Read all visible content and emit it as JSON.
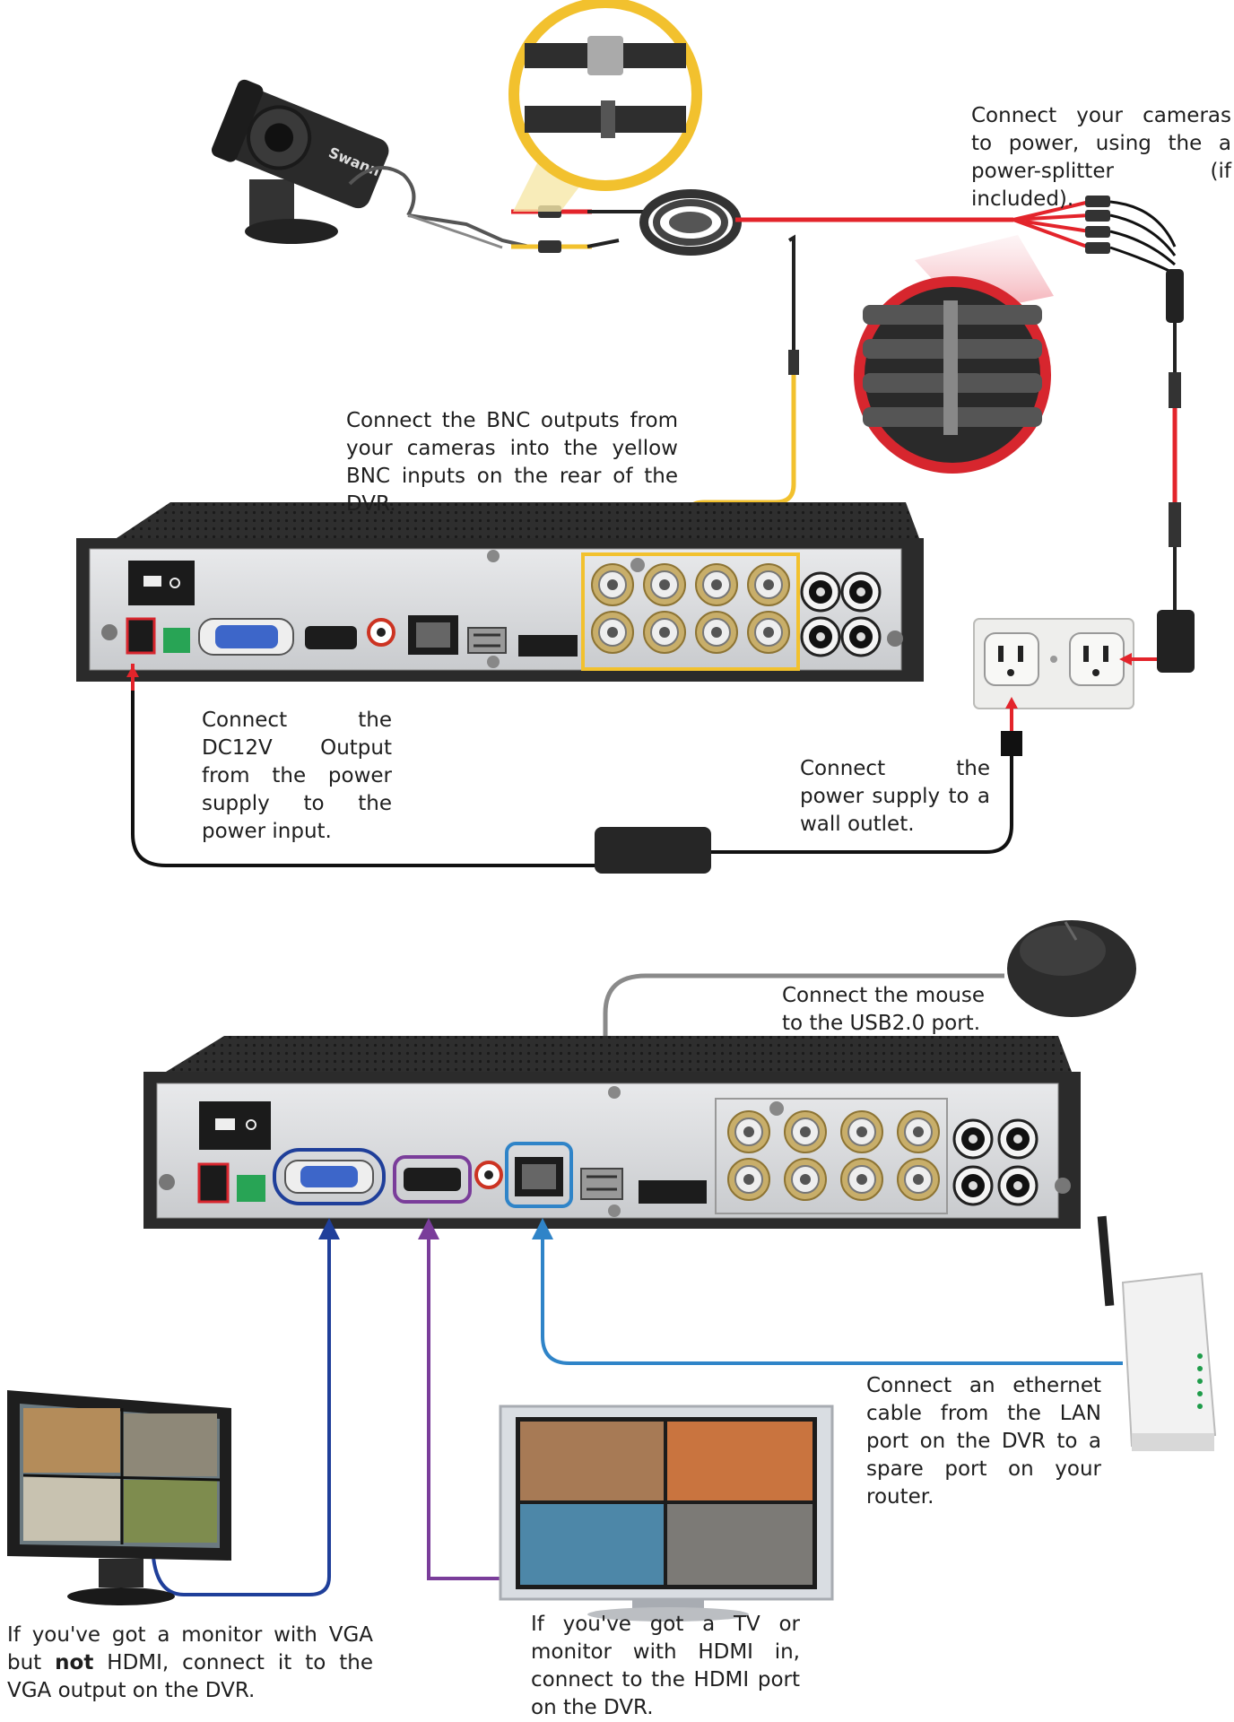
{
  "captions": {
    "camera_power": "Connect your cameras to power, using the a power-splitter (if included).",
    "bnc_inputs": "Connect the BNC outputs from your cameras into the yellow BNC inputs on the rear of the DVR.",
    "dc12v": "Connect the DC12V Output from the power supply to the power input.",
    "wall_outlet": "Connect the power supply to a wall outlet.",
    "mouse": "Connect the mouse to the USB2.0 port.",
    "ethernet": "Connect an ethernet cable from the LAN port on the DVR to a spare port on your router.",
    "hdmi_tv": "If you've got a TV or monitor with HDMI in, connect to the HDMI port on the DVR.",
    "vga_pre": "If you've got a monitor with VGA but ",
    "vga_bold": "not",
    "vga_post": " HDMI, connect it to the VGA output on the DVR."
  },
  "brand_logo": "Swann",
  "colors": {
    "bnc_yellow": "#f2c12e",
    "power_red": "#e3242b",
    "vga_blue": "#1f3f9a",
    "hdmi_purple": "#7a3d9a",
    "lan_blue": "#2f84c8",
    "mouse_gray": "#8a8a8a",
    "dvr_body": "#2b2b2b",
    "panel_gray": "#d9dbde"
  },
  "icons": [
    "security-camera-icon",
    "bnc-connector-zoom-icon",
    "power-splitter-zoom-icon",
    "dvr-rear-panel-icon",
    "wall-outlet-icon",
    "power-adapter-icon",
    "mouse-icon",
    "router-icon",
    "vga-monitor-icon",
    "hdmi-tv-icon"
  ]
}
